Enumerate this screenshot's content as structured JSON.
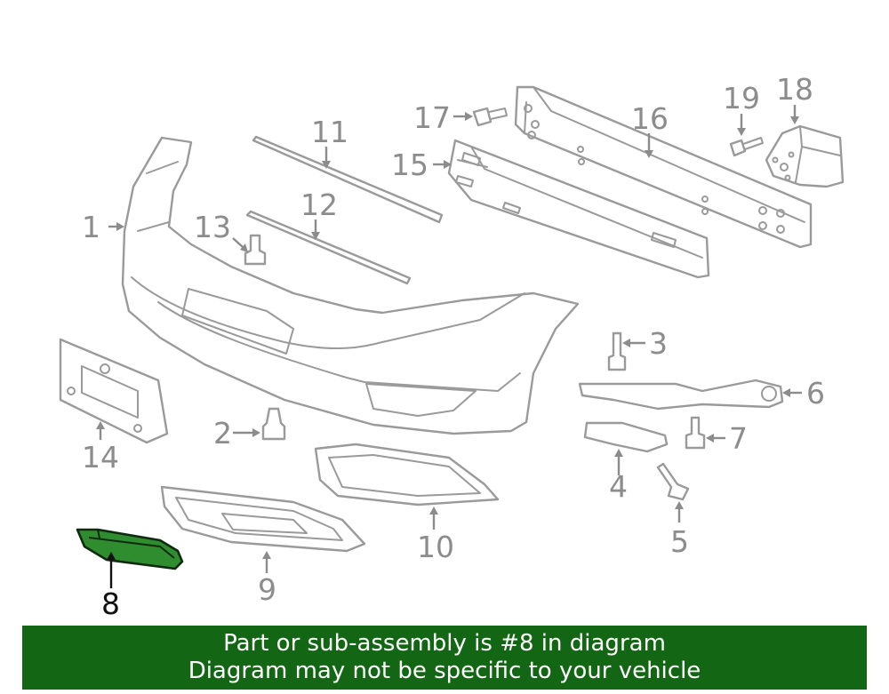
{
  "diagram": {
    "callouts": [
      "1",
      "2",
      "3",
      "4",
      "5",
      "6",
      "7",
      "8",
      "9",
      "10",
      "11",
      "12",
      "13",
      "14",
      "15",
      "16",
      "17",
      "18",
      "19"
    ],
    "highlighted_part": "8",
    "colors": {
      "line": "#9a9a9a",
      "highlight_fill": "#2f8c2f",
      "banner_bg": "#136613",
      "banner_text": "#ffffff"
    }
  },
  "banner": {
    "line1": "Part or sub-assembly is #8 in diagram",
    "line2": "Diagram may not be specific to your vehicle"
  }
}
